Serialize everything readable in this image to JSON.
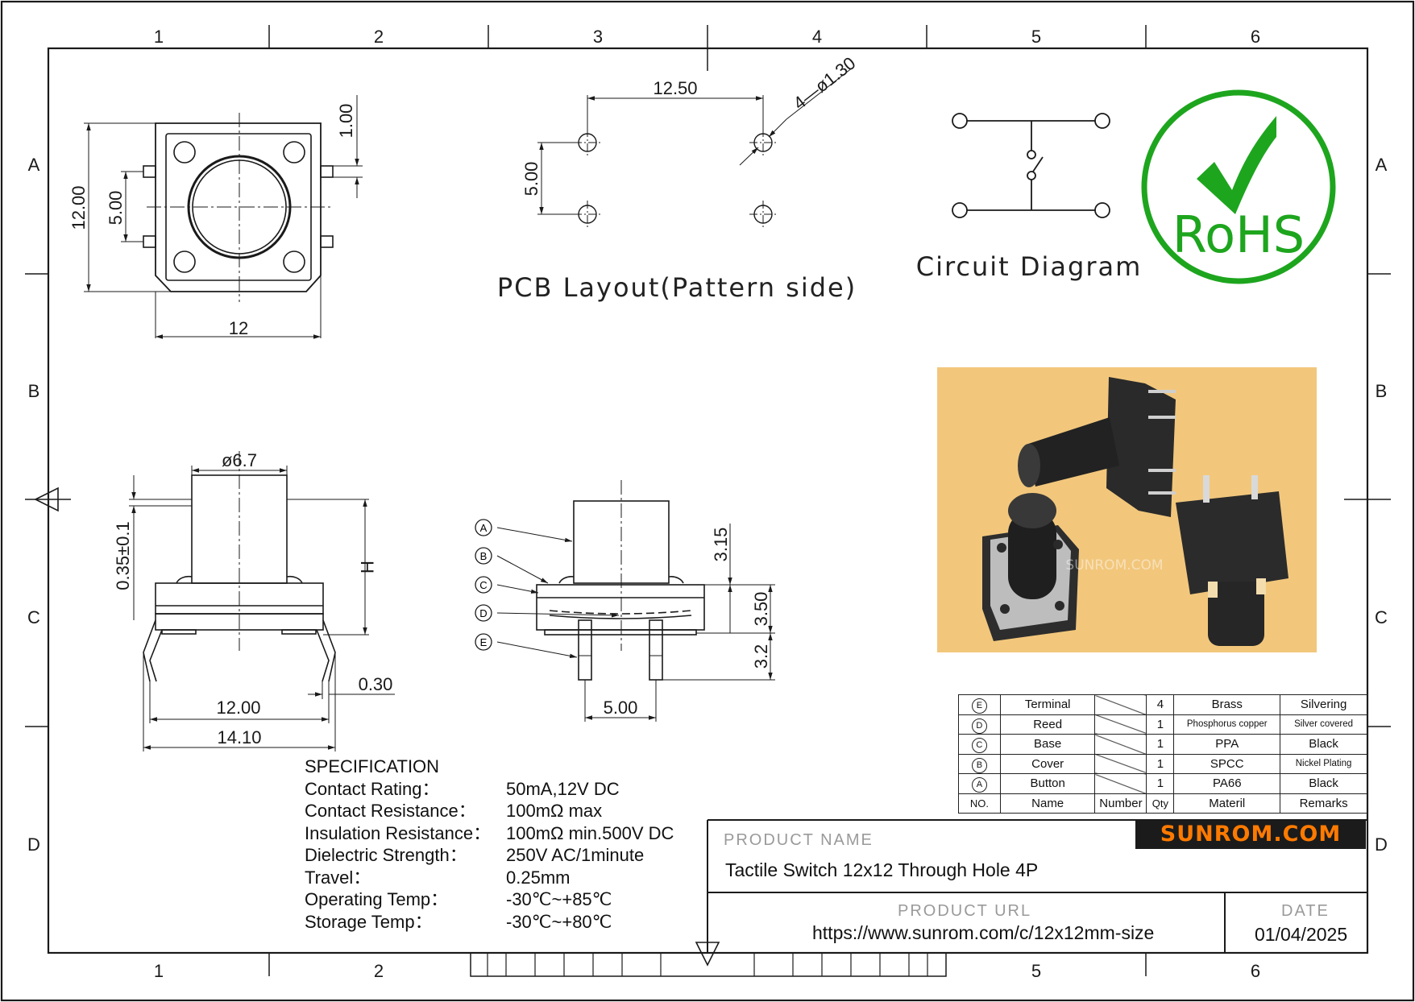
{
  "zones": {
    "columns": [
      "1",
      "2",
      "3",
      "4",
      "5",
      "6"
    ],
    "rows": [
      "A",
      "B",
      "C",
      "D"
    ]
  },
  "top_view": {
    "dim_height": "12.00",
    "dim_pitch": "5.00",
    "dim_pin": "1.00",
    "dim_width": "12"
  },
  "pcb_layout": {
    "caption": "PCB Layout(Pattern side)",
    "dim_horizontal": "12.50",
    "dim_vertical": "5.00",
    "dim_hole": "4—ø1.30"
  },
  "circuit": {
    "caption": "Circuit  Diagram"
  },
  "rohs": {
    "text": "RoHS",
    "color": "#1ea51e"
  },
  "side_view": {
    "dim_diameter": "ø6.7",
    "dim_tolerance": "0.35±0.1",
    "dim_height": "H",
    "dim_lead": "0.30",
    "dim_inner": "12.00",
    "dim_outer": "14.10"
  },
  "section_view": {
    "callouts": [
      "A",
      "B",
      "C",
      "D",
      "E"
    ],
    "dim_cap": "3.15",
    "dim_body": "3.50",
    "dim_pin": "3.2",
    "dim_pitch": "5.00"
  },
  "photo": {
    "watermark": "SUNROM.COM",
    "background": "#f2c77c"
  },
  "specification": {
    "title": "SPECIFICATION",
    "rows": [
      {
        "label": "Contact  Rating：",
        "value": "50mA,12V DC"
      },
      {
        "label": "Contact  Resistance：",
        "value": "100mΩ max"
      },
      {
        "label": "Insulation Resistance：",
        "value": "100mΩ min.500V DC"
      },
      {
        "label": "Dielectric  Strength：",
        "value": "250V AC/1minute"
      },
      {
        "label": "Travel：",
        "value": "0.25mm"
      },
      {
        "label": "Operating Temp：",
        "value": "-30℃~+85℃"
      },
      {
        "label": "Storage Temp：",
        "value": "-30℃~+80℃"
      }
    ]
  },
  "bom": {
    "rows": [
      {
        "no": "E",
        "name": "Terminal",
        "qty": "4",
        "material": "Brass",
        "remarks": "Silvering"
      },
      {
        "no": "D",
        "name": "Reed",
        "qty": "1",
        "material": "Phosphorus  copper",
        "remarks": "Silver  covered"
      },
      {
        "no": "C",
        "name": "Base",
        "qty": "1",
        "material": "PPA",
        "remarks": "Black"
      },
      {
        "no": "B",
        "name": "Cover",
        "qty": "1",
        "material": "SPCC",
        "remarks": "Nickel  Plating"
      },
      {
        "no": "A",
        "name": "Button",
        "qty": "1",
        "material": "PA66",
        "remarks": "Black"
      }
    ],
    "header": {
      "no": "NO.",
      "name": "Name",
      "number": "Number",
      "qty": "Qty",
      "material": "Materil",
      "remarks": "Remarks"
    }
  },
  "title_block": {
    "logo": "SUNROM.COM",
    "logo_color": "#ff7a00",
    "product_name_label": "PRODUCT NAME",
    "product_name": "Tactile Switch 12x12 Through Hole 4P",
    "product_url_label": "PRODUCT URL",
    "product_url": "https://www.sunrom.com/c/12x12mm-size",
    "date_label": "DATE",
    "date": "01/04/2025"
  }
}
